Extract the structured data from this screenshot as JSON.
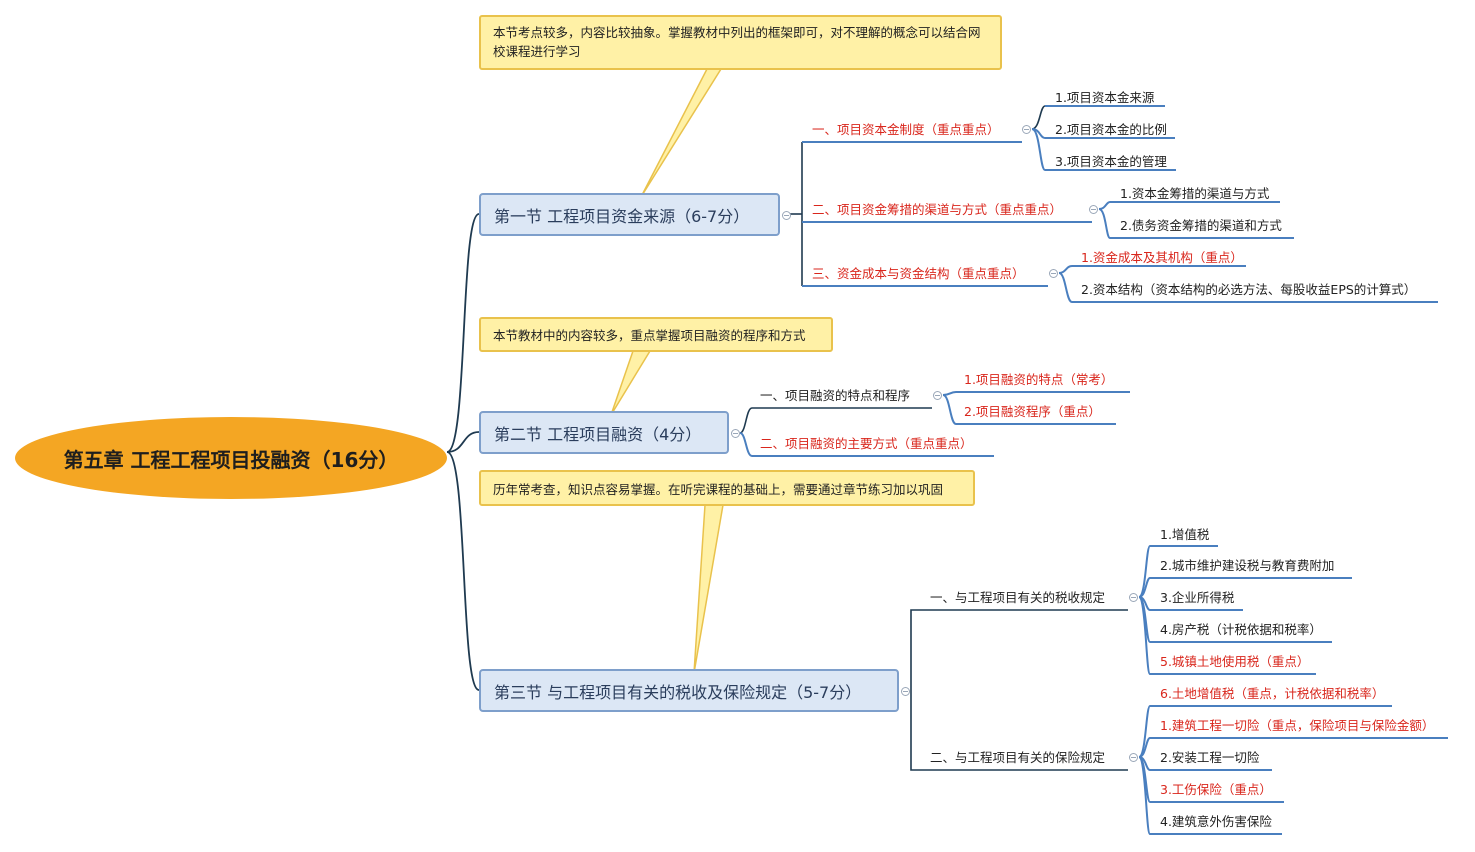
{
  "root": {
    "title": "第五章 工程工程项目投融资（16分）"
  },
  "sections": [
    {
      "title": "第一节 工程项目资金来源（6-7分）",
      "note": "本节考点较多，内容比较抽象。掌握教材中列出的框架即可，对不理解的概念可以结合网校课程进行学习"
    },
    {
      "title": "第二节 工程项目融资（4分）",
      "note": "本节教材中的内容较多，重点掌握项目融资的程序和方式"
    },
    {
      "title": "第三节 与工程项目有关的税收及保险规定（5-7分）",
      "note": "历年常考查，知识点容易掌握。在听完课程的基础上，需要通过章节练习加以巩固"
    }
  ],
  "topics": [
    {
      "label": "一、项目资本金制度（重点重点）",
      "highlight": true
    },
    {
      "label": "二、项目资金筹措的渠道与方式（重点重点）",
      "highlight": true
    },
    {
      "label": "三、资金成本与资金结构（重点重点）",
      "highlight": true
    },
    {
      "label": "一、项目融资的特点和程序",
      "highlight": false
    },
    {
      "label": "二、项目融资的主要方式（重点重点）",
      "highlight": true
    },
    {
      "label": "一、与工程项目有关的税收规定",
      "highlight": false
    },
    {
      "label": "二、与工程项目有关的保险规定",
      "highlight": false
    }
  ],
  "leaves": [
    {
      "label": "1.项目资本金来源",
      "highlight": false
    },
    {
      "label": "2.项目资本金的比例",
      "highlight": false
    },
    {
      "label": "3.项目资本金的管理",
      "highlight": false
    },
    {
      "label": "1.资本金筹措的渠道与方式",
      "highlight": false
    },
    {
      "label": "2.债务资金筹措的渠道和方式",
      "highlight": false
    },
    {
      "label": "1.资金成本及其机构（重点）",
      "highlight": true
    },
    {
      "label": "2.资本结构（资本结构的必选方法、每股收益EPS的计算式）",
      "highlight": false
    },
    {
      "label": "1.项目融资的特点（常考）",
      "highlight": true
    },
    {
      "label": "2.项目融资程序（重点）",
      "highlight": true
    },
    {
      "label": "1.增值税",
      "highlight": false
    },
    {
      "label": "2.城市维护建设税与教育费附加",
      "highlight": false
    },
    {
      "label": "3.企业所得税",
      "highlight": false
    },
    {
      "label": "4.房产税（计税依据和税率）",
      "highlight": false
    },
    {
      "label": "5.城镇土地使用税（重点）",
      "highlight": true
    },
    {
      "label": "6.土地增值税（重点，计税依据和税率）",
      "highlight": true
    },
    {
      "label": "1.建筑工程一切险（重点，保险项目与保险金额）",
      "highlight": true
    },
    {
      "label": "2.安装工程一切险",
      "highlight": false
    },
    {
      "label": "3.工伤保险（重点）",
      "highlight": true
    },
    {
      "label": "4.建筑意外伤害保险",
      "highlight": false
    }
  ],
  "colors": {
    "root": "#F4A623",
    "section_fill": "#DCE7F5",
    "section_border": "#7E9FCB",
    "note_fill": "#FFF1A6",
    "note_border": "#E9C24C",
    "connector": "#1F3A50",
    "underline": "#4A7FBF",
    "highlight_text": "#D9261C"
  }
}
